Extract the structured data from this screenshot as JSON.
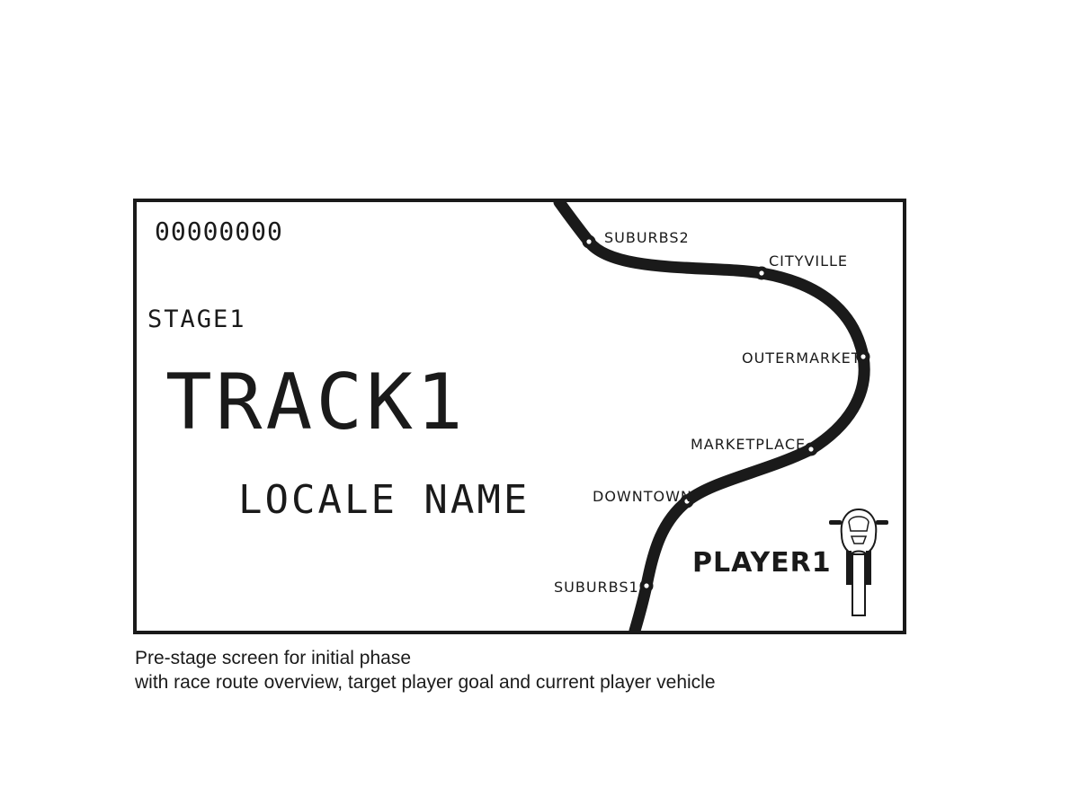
{
  "hud": {
    "score": "00000000",
    "stage": "STAGE1",
    "track": "TRACK1",
    "locale": "LOCALE NAME",
    "player": "PLAYER1"
  },
  "route": {
    "stops": [
      {
        "id": "suburbs2",
        "name": "SUBURBS2"
      },
      {
        "id": "cityville",
        "name": "CITYVILLE"
      },
      {
        "id": "outermarket",
        "name": "OUTERMARKET"
      },
      {
        "id": "marketplace",
        "name": "MARKETPLACE"
      },
      {
        "id": "downtown",
        "name": "DOWNTOWN"
      },
      {
        "id": "suburbs1",
        "name": "SUBURBS1"
      }
    ]
  },
  "vehicle": {
    "icon": "motorcycle-icon"
  },
  "caption": {
    "line1": "Pre-stage screen for initial phase",
    "line2": "with race route overview, target player goal and current player vehicle"
  },
  "colors": {
    "ink": "#1a1a1a",
    "background": "#ffffff"
  }
}
